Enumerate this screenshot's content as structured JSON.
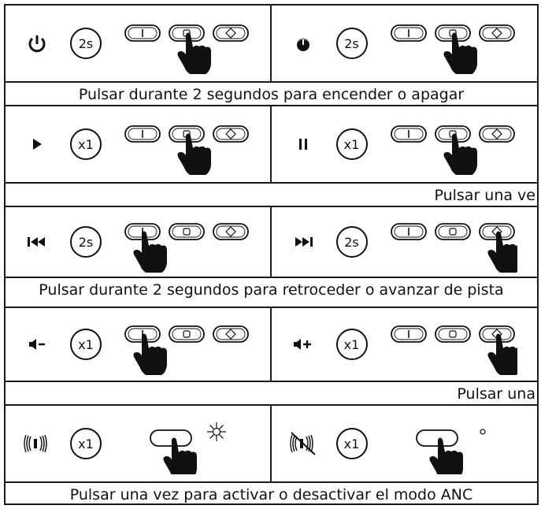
{
  "rows": [
    {
      "left": {
        "symbol": "power-icon",
        "badge": "2s",
        "pressed": 1,
        "layout": "three-buttons"
      },
      "right": {
        "symbol": "power-off-icon",
        "badge": "2s",
        "pressed": 1,
        "layout": "three-buttons"
      },
      "caption": "Pulsar durante 2 segundos para encender o apagar"
    },
    {
      "left": {
        "symbol": "play-icon",
        "badge": "x1",
        "pressed": 1,
        "layout": "three-buttons"
      },
      "right": {
        "symbol": "pause-icon",
        "badge": "x1",
        "pressed": 1,
        "layout": "three-buttons"
      },
      "caption": "Pulsar una ve"
    },
    {
      "left": {
        "symbol": "previous-track-icon",
        "badge": "2s",
        "pressed": 0,
        "layout": "three-buttons"
      },
      "right": {
        "symbol": "next-track-icon",
        "badge": "2s",
        "pressed": 2,
        "layout": "three-buttons"
      },
      "caption": "Pulsar durante 2 segundos para retroceder o avanzar de pista"
    },
    {
      "left": {
        "symbol": "volume-down-icon",
        "badge": "x1",
        "pressed": 0,
        "layout": "three-buttons"
      },
      "right": {
        "symbol": "volume-up-icon",
        "badge": "x1",
        "pressed": 2,
        "layout": "three-buttons"
      },
      "caption": "Pulsar una"
    },
    {
      "left": {
        "symbol": "anc-on-icon",
        "badge": "x1",
        "pressed": 0,
        "layout": "single-button-light-on"
      },
      "right": {
        "symbol": "anc-off-icon",
        "badge": "x1",
        "pressed": 0,
        "layout": "single-button-light-off"
      },
      "caption": "Pulsar una vez para activar o desactivar el modo ANC"
    }
  ],
  "colors": {
    "line": "#1a1a1a",
    "ink": "#111111",
    "background": "#ffffff"
  }
}
